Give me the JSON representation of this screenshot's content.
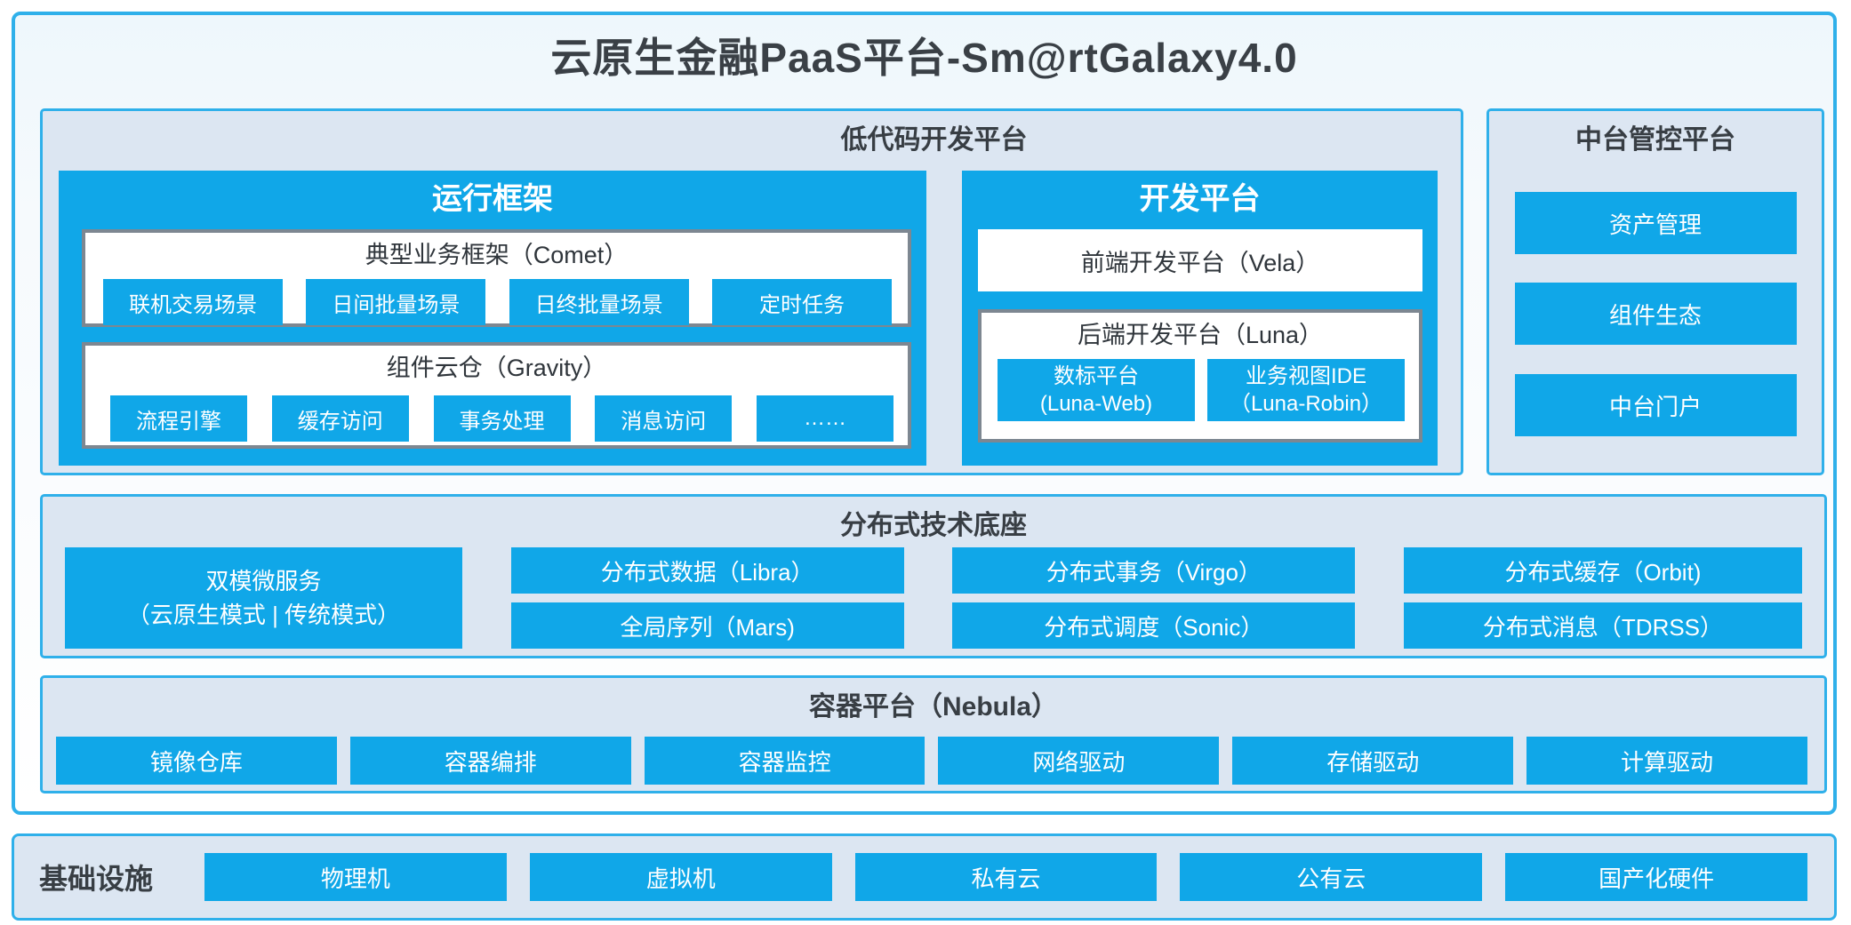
{
  "page": {
    "title": "云原生金融PaaS平台-Sm@rtGalaxy4.0"
  },
  "colors": {
    "accent_blue": "#10A7E8",
    "panel_border_cyan": "#2FB0EA",
    "panel_fill": "#DCE6F2",
    "gray_box_border": "#7D8791",
    "dark_text": "#3A4046",
    "white_text": "#FFFFFF"
  },
  "low_code": {
    "title": "低代码开发平台",
    "runtime": {
      "title": "运行框架",
      "comet": {
        "title": "典型业务框架（Comet）",
        "items": [
          "联机交易场景",
          "日间批量场景",
          "日终批量场景",
          "定时任务"
        ]
      },
      "gravity": {
        "title": "组件云仓（Gravity）",
        "items": [
          "流程引擎",
          "缓存访问",
          "事务处理",
          "消息访问",
          "……"
        ]
      }
    },
    "dev": {
      "title": "开发平台",
      "vela": "前端开发平台（Vela）",
      "luna": {
        "title": "后端开发平台（Luna）",
        "items": [
          {
            "line1": "数标平台",
            "line2": "(Luna-Web)"
          },
          {
            "line1": "业务视图IDE",
            "line2": "（Luna-Robin）"
          }
        ]
      }
    }
  },
  "midend": {
    "title": "中台管控平台",
    "items": [
      "资产管理",
      "组件生态",
      "中台门户"
    ]
  },
  "distributed": {
    "title": "分布式技术底座",
    "dual_mode": {
      "line1": "双模微服务",
      "line2": "（云原生模式 | 传统模式）"
    },
    "columns": [
      {
        "top": "分布式数据（Libra）",
        "bottom": "全局序列（Mars)"
      },
      {
        "top": "分布式事务（Virgo）",
        "bottom": "分布式调度（Sonic）"
      },
      {
        "top": "分布式缓存（Orbit)",
        "bottom": "分布式消息（TDRSS）"
      }
    ]
  },
  "container_platform": {
    "title": "容器平台（Nebula）",
    "items": [
      "镜像仓库",
      "容器编排",
      "容器监控",
      "网络驱动",
      "存储驱动",
      "计算驱动"
    ]
  },
  "infrastructure": {
    "label": "基础设施",
    "items": [
      "物理机",
      "虚拟机",
      "私有云",
      "公有云",
      "国产化硬件"
    ]
  }
}
